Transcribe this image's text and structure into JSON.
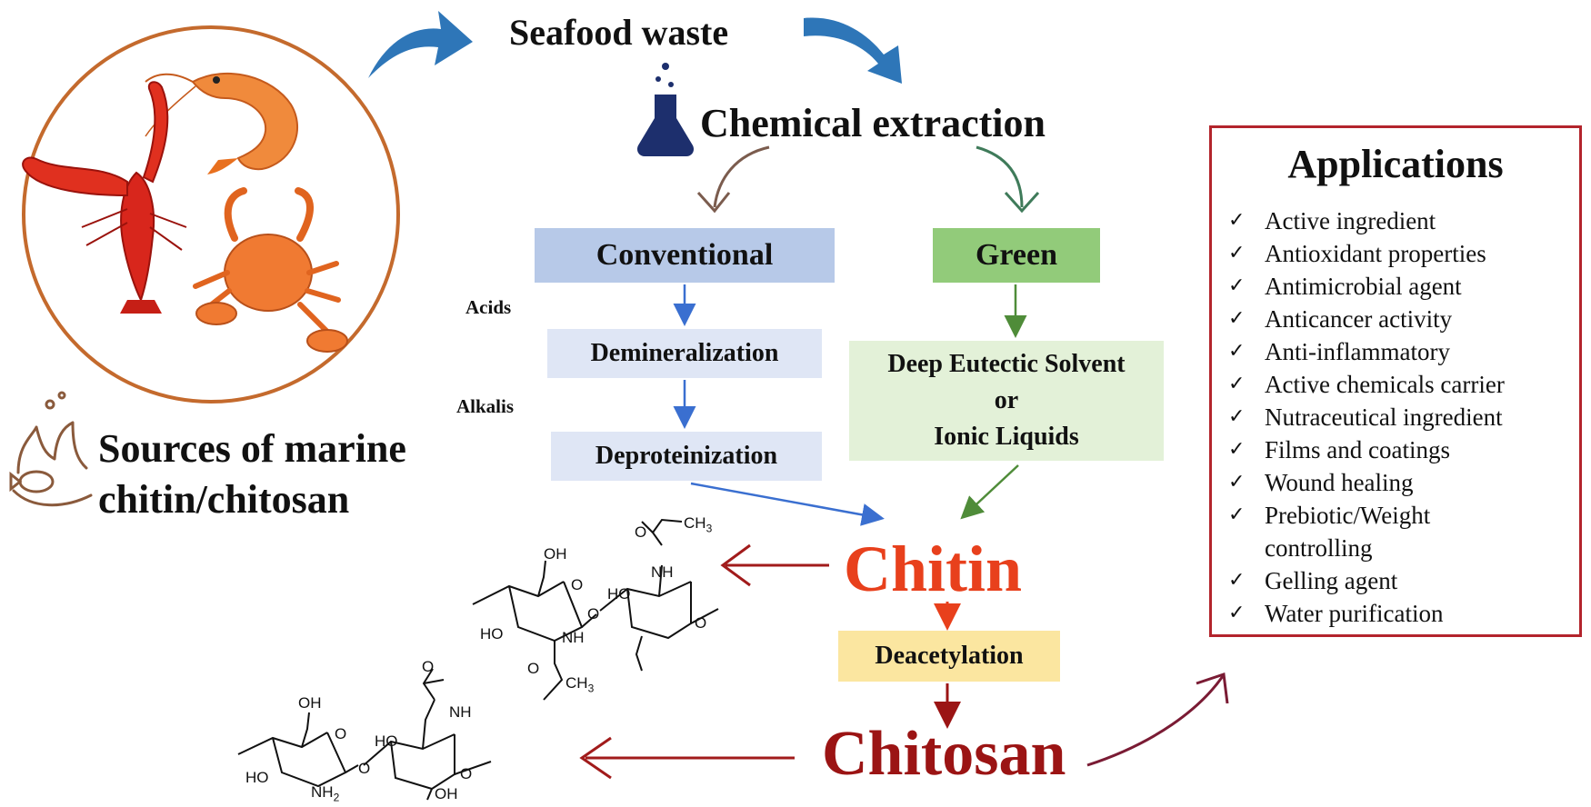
{
  "flow": {
    "seafood_waste": "Seafood waste",
    "chemical_extraction": "Chemical extraction",
    "conventional": "Conventional",
    "green": "Green",
    "acids": "Acids",
    "alkalis": "Alkalis",
    "demineralization": "Demineralization",
    "deproteinization": "Deproteinization",
    "des_line1": "Deep Eutectic Solvent",
    "des_line2": "or",
    "des_line3": "Ionic Liquids",
    "chitin": "Chitin",
    "deacetylation": "Deacetylation",
    "chitosan": "Chitosan"
  },
  "sources": {
    "line1": "Sources of marine",
    "line2": "chitin/chitosan"
  },
  "applications": {
    "title": "Applications",
    "check_glyph": "✓",
    "items": [
      {
        "lines": [
          "Active ingredient"
        ]
      },
      {
        "lines": [
          "Antioxidant properties"
        ]
      },
      {
        "lines": [
          "Antimicrobial agent"
        ]
      },
      {
        "lines": [
          "Anticancer activity"
        ]
      },
      {
        "lines": [
          "Anti-inflammatory"
        ]
      },
      {
        "lines": [
          "Active chemicals carrier"
        ]
      },
      {
        "lines": [
          "Nutraceutical ingredient"
        ]
      },
      {
        "lines": [
          "Films and coatings"
        ]
      },
      {
        "lines": [
          "Wound healing"
        ]
      },
      {
        "lines": [
          "Prebiotic/Weight",
          "controlling"
        ]
      },
      {
        "lines": [
          "Gelling agent"
        ]
      },
      {
        "lines": [
          "Water purification"
        ]
      }
    ]
  },
  "chitin_structure": {
    "oh_top": "OH",
    "o_ring1": "O",
    "ho_left": "HO",
    "ho_mid": "HO",
    "o_link": "O",
    "nh_top": "NH",
    "o_top_carbonyl": "O",
    "ch3_top": "CH3",
    "o_ring2": "O",
    "nh_bottom": "NH",
    "o_bottom_carbonyl": "O",
    "ch3_bottom": "CH3"
  },
  "chitosan_structure": {
    "oh_top": "OH",
    "o_ring1": "O",
    "ho_left": "HO",
    "nh2": "NH2",
    "o_link": "O",
    "ho_mid": "HO",
    "oh_bottom": "OH",
    "o_ring2": "O",
    "nh": "NH",
    "o_carbonyl": "O"
  },
  "colors": {
    "blue_arrow": "#2e76b8",
    "brown_arrow": "#7b5c4e",
    "green_arrow": "#4f8c39",
    "red_arrow": "#a11b1b",
    "circle": "#c46a2d",
    "app_border": "#b3242c",
    "chitin": "#e8401c",
    "chitosan": "#9b1414"
  }
}
